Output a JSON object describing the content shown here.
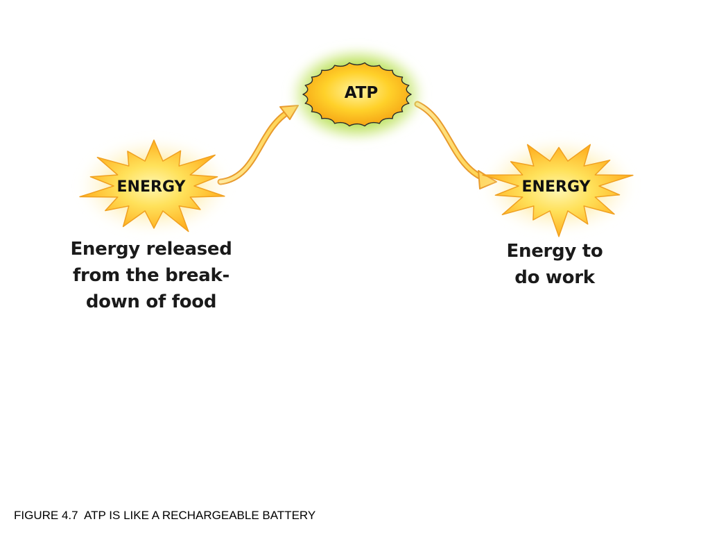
{
  "nodes": {
    "atp": {
      "label": "ATP"
    },
    "energy_source": {
      "label": "ENERGY"
    },
    "energy_work": {
      "label": "ENERGY"
    }
  },
  "captions": {
    "left": "Energy released\nfrom the break-\ndown of food",
    "right": "Energy to\ndo work"
  },
  "figure_caption": "FIGURE 4.7  ATP IS LIKE A RECHARGEABLE BATTERY",
  "colors": {
    "burst_fill": "#FFD24A",
    "burst_glow": "#FFE070",
    "atp_fill": "#FFC81E",
    "atp_glow": "#9BD232",
    "arrow_fill": "#FFE08A",
    "arrow_stroke": "#E89A2C"
  }
}
